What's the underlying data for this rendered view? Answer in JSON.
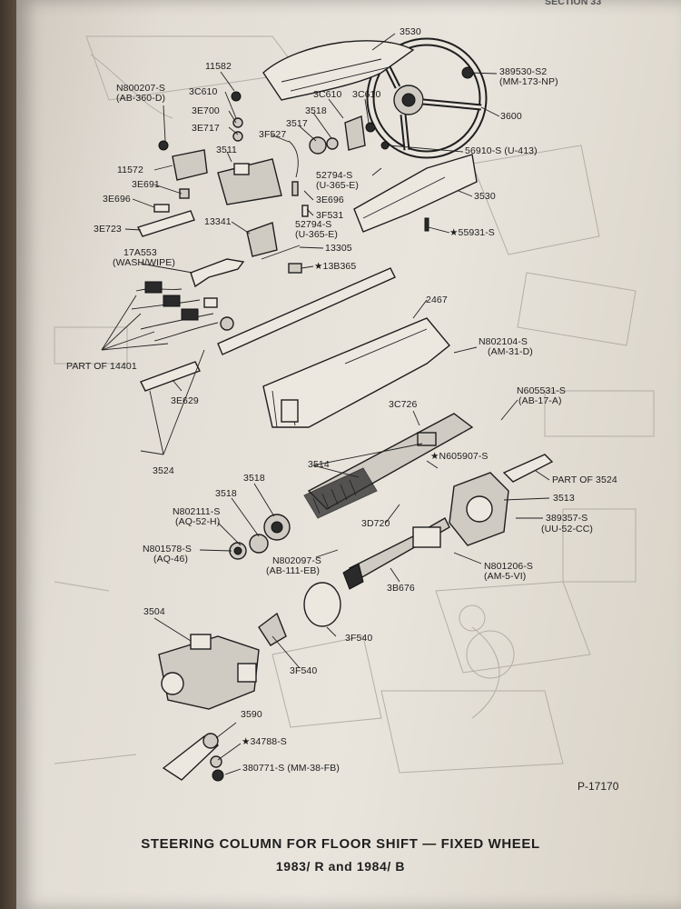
{
  "header_fragment": "SECTION 33",
  "labels": {
    "p3530_top": "3530",
    "p11582": "11582",
    "p389530": "389530-S2",
    "p389530_code": "(MM-173-NP)",
    "pN800207": "N800207-S",
    "pN800207_code": "(AB-360-D)",
    "p3C610_a": "3C610",
    "p3C610_b": "3C610",
    "p3C610_c": "3C610",
    "p3E700": "3E700",
    "p3518_top": "3518",
    "p3E717": "3E717",
    "p3517": "3517",
    "p3600": "3600",
    "p3F527": "3F527",
    "p3511": "3511",
    "p56910": "56910-S (U-413)",
    "p11572": "11572",
    "p52794_a": "52794-S",
    "p52794_a_code": "(U-365-E)",
    "p3E691": "3E691",
    "p3E696_a": "3E696",
    "p3E696_b": "3E696",
    "p3530_mid": "3530",
    "p3F531": "3F531",
    "p13341": "13341",
    "p52794_b": "52794-S",
    "p52794_b_code": "(U-365-E)",
    "p3E723": "3E723",
    "p55931": "★55931-S",
    "p13305": "13305",
    "p17A553": "17A553",
    "p17A553_code": "(WASH/WIPE)",
    "p13B365": "★13B365",
    "p2467": "2467",
    "pN802104": "N802104-S",
    "pN802104_code": "(AM-31-D)",
    "pPart14401": "PART OF 14401",
    "pN605531": "N605531-S",
    "pN605531_code": "(AB-17-A)",
    "p3E629": "3E629",
    "p3C726": "3C726",
    "pN605907": "★N605907-S",
    "p3524_bottom": "3524",
    "p3514": "3514",
    "p3518_mid": "3518",
    "pPart3524": "PART OF 3524",
    "p3518_low": "3518",
    "p3513": "3513",
    "pN802111": "N802111-S",
    "pN802111_code": "(AQ-52-H)",
    "p3D720": "3D720",
    "p389357": "389357-S",
    "p389357_code": "(UU-52-CC)",
    "pN801578": "N801578-S",
    "pN801578_code": "(AQ-46)",
    "pN802097": "N802097-S",
    "pN802097_code": "(AB-111-EB)",
    "pN801206": "N801206-S",
    "pN801206_code": "(AM-5-VI)",
    "p3B676": "3B676",
    "p3504": "3504",
    "p3F540_a": "3F540",
    "p3F540_b": "3F540",
    "p3590": "3590",
    "p34788": "★34788-S",
    "p380771": "380771-S (MM-38-FB)"
  },
  "figure_number": "P-17170",
  "caption_line1": "STEERING COLUMN FOR FLOOR SHIFT — FIXED WHEEL",
  "caption_line2": "1983/ R and 1984/ B"
}
